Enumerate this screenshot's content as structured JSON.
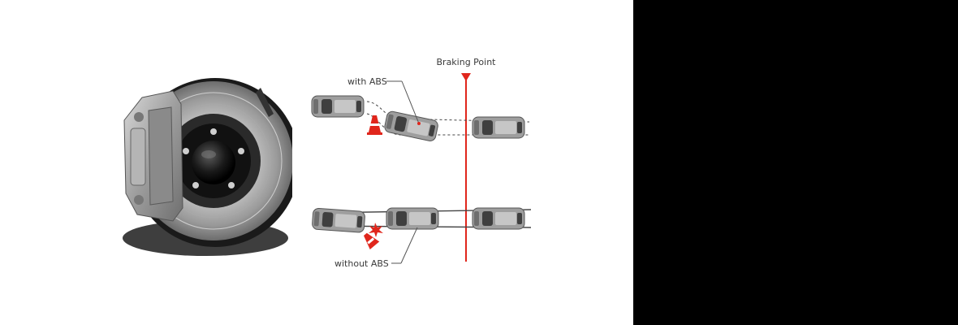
{
  "labels": {
    "braking_point": "Braking Point",
    "with_abs": "with ABS",
    "without_abs": "without ABS"
  },
  "colors": {
    "accent": "#e0261c",
    "background": "#ffffff",
    "side_panel": "#000000"
  },
  "icons": {
    "brake": "disc-brake-assembly-icon",
    "car": "car-top-view-icon",
    "cone": "traffic-cone-icon",
    "marker": "braking-point-marker-icon"
  }
}
